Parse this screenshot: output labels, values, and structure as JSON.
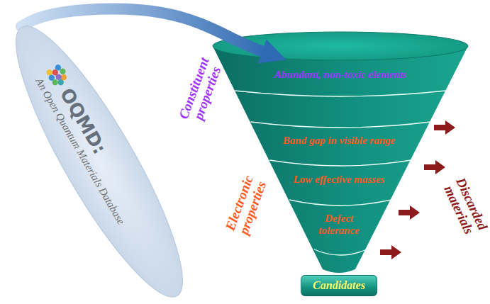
{
  "diagram": {
    "nodes": [
      {
        "text": [
          "OQMD:",
          "An Open Quantum Materials Database"
        ]
      },
      {
        "text": [
          "Abundant, non-toxic elements"
        ]
      },
      {
        "text": [
          "Band gap in visible range"
        ]
      },
      {
        "text": [
          "Low effective masses"
        ]
      },
      {
        "text": [
          "Defect tolerance"
        ]
      },
      {
        "text": [
          "Candidates"
        ]
      }
    ],
    "edges": [
      {
        "from": 0,
        "to": 1,
        "arrow": "to"
      }
    ],
    "labels": [
      "Constituent properties",
      "Electronic properties",
      "Discarded materials"
    ]
  }
}
